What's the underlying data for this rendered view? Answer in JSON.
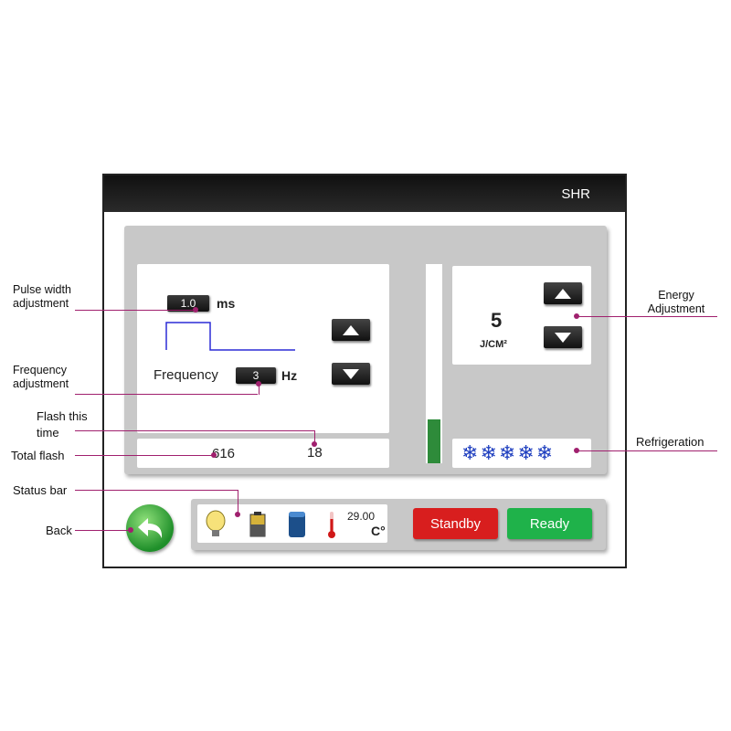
{
  "app": {
    "title": "SHR"
  },
  "pulse": {
    "value": "1.0",
    "unit": "ms"
  },
  "frequency": {
    "label": "Frequency",
    "value": "3",
    "unit": "Hz"
  },
  "counts": {
    "total_flash": "616",
    "flash_this_time": "18"
  },
  "energy": {
    "value": "5",
    "unit": "J/CM²"
  },
  "energy_level_fraction": 0.22,
  "refrigeration": {
    "level": 5,
    "max": 5,
    "icon": "snowflake-icon",
    "color": "#1f3fbf"
  },
  "status": {
    "temperature": "29.00",
    "temp_unit": "C°",
    "icons": [
      "bulb-icon",
      "battery-icon",
      "water-tank-icon",
      "thermometer-icon"
    ]
  },
  "buttons": {
    "standby": "Standby",
    "ready": "Ready",
    "standby_color": "#d81e1e",
    "ready_color": "#1fb24a"
  },
  "annotations": {
    "pulse_width": "Pulse width adjustment",
    "frequency": "Frequency adjustment",
    "flash_this_time": "Flash this time",
    "total_flash": "Total flash",
    "status_bar": "Status bar",
    "back": "Back",
    "energy": "Energy Adjustment",
    "refrigeration": "Refrigeration"
  },
  "colors": {
    "annotation_line": "#a0206e",
    "energy_bar": "#2e8b3a"
  }
}
